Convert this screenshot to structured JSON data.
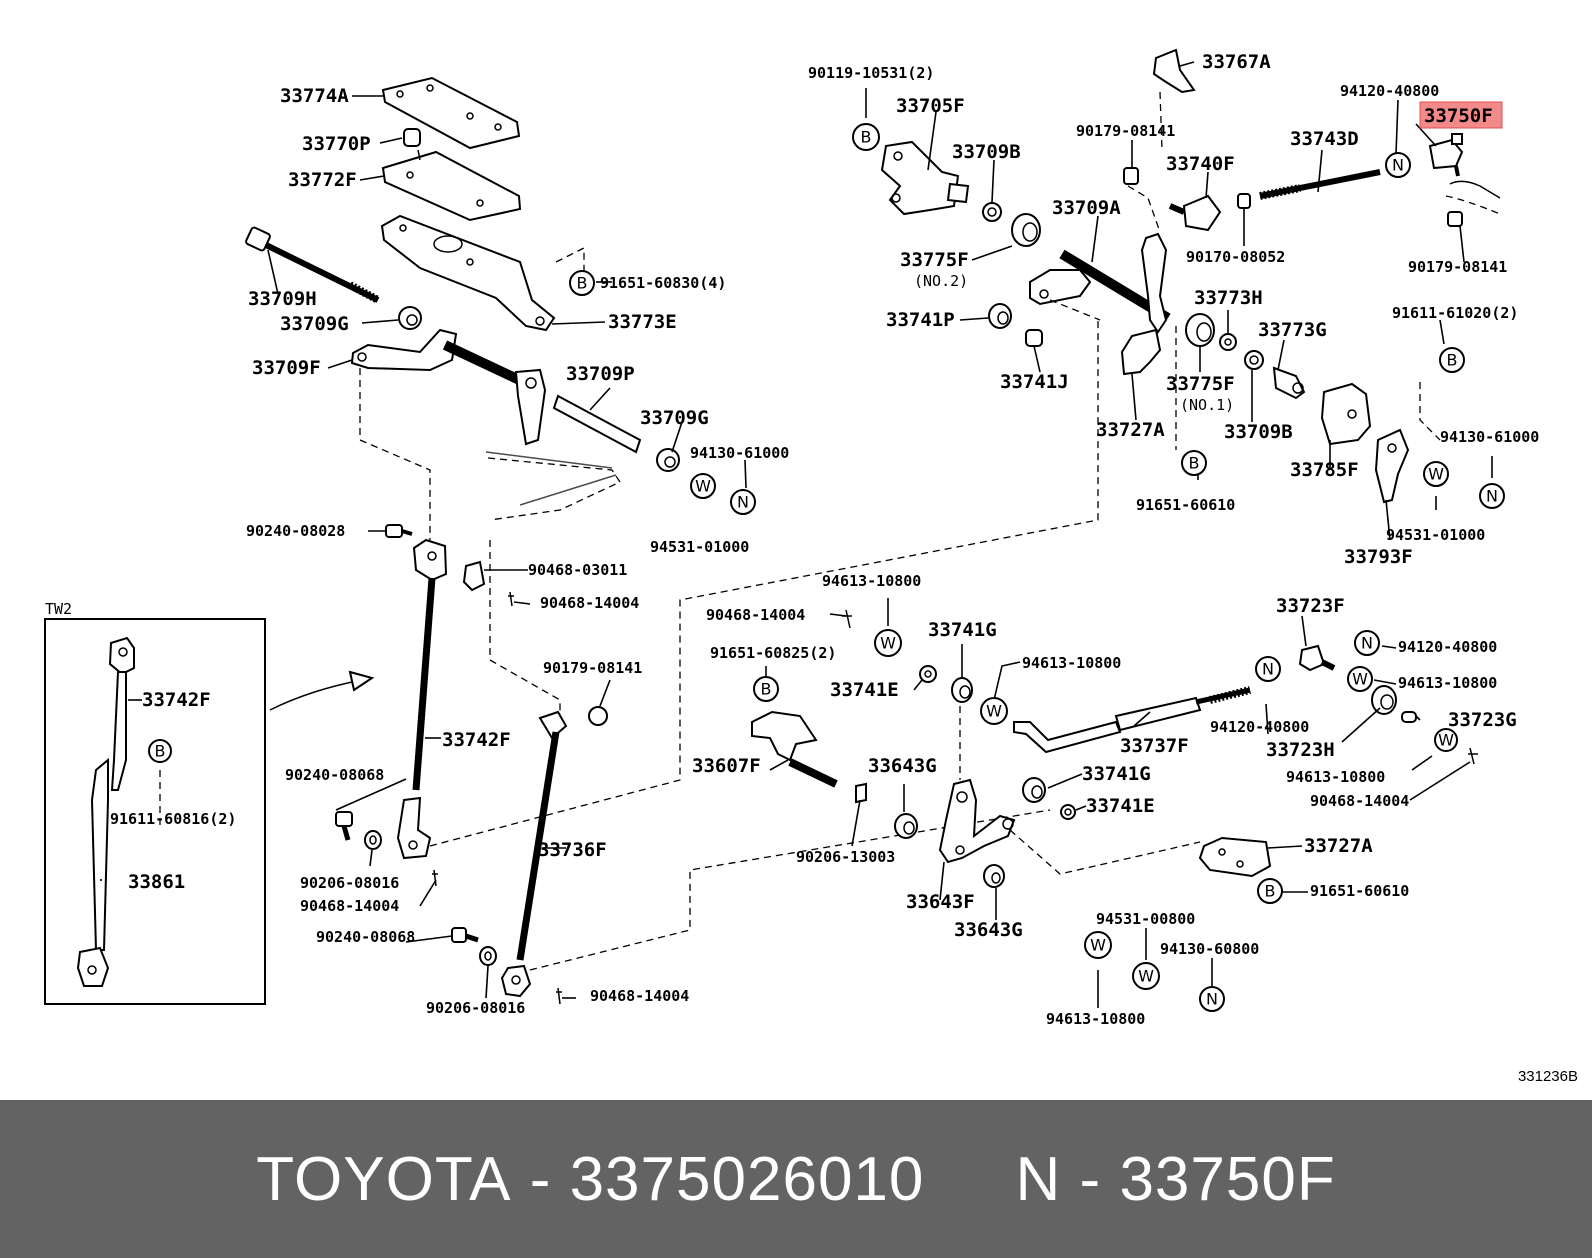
{
  "colors": {
    "highlight": "#f28a8a",
    "footer_bg": "#636363",
    "footer_text": "#ffffff",
    "line": "#000000"
  },
  "inset": {
    "label": "TW2"
  },
  "drawing_code": "331236B",
  "footer": {
    "brand": "TOYOTA",
    "part_number": "3375026010",
    "separator": " - ",
    "ref_prefix": "N",
    "ref_code": "33750F"
  },
  "callouts": {
    "c_33774A": "33774A",
    "c_33770P": "33770P",
    "c_33772F": "33772F",
    "c_33709H": "33709H",
    "c_33709G_a": "33709G",
    "c_33773E": "33773E",
    "c_91651_60830": "91651-60830(4)",
    "c_33709F": "33709F",
    "c_33709P": "33709P",
    "c_33709G_b": "33709G",
    "c_94130_61000_a": "94130-61000",
    "c_94531_01000_a": "94531-01000",
    "c_90240_08028": "90240-08028",
    "c_90468_03011": "90468-03011",
    "c_90468_14004_a": "90468-14004",
    "c_33742F_main": "33742F",
    "c_90179_08141_a": "90179-08141",
    "c_90240_08068_a": "90240-08068",
    "c_90206_08016_a": "90206-08016",
    "c_90468_14004_b": "90468-14004",
    "c_90240_08068_b": "90240-08068",
    "c_90206_08016_b": "90206-08016",
    "c_90468_14004_c": "90468-14004",
    "c_33736F": "33736F",
    "c_33742F_inset": "33742F",
    "c_91611_60816": "91611-60816(2)",
    "c_33861": "33861",
    "c_90119_10531": "90119-10531(2)",
    "c_33705F": "33705F",
    "c_33709B_a": "33709B",
    "c_33775F_no2": "33775F",
    "c_no2": "(NO.2)",
    "c_33741P": "33741P",
    "c_33741J": "33741J",
    "c_33767A": "33767A",
    "c_90179_08141_b": "90179-08141",
    "c_33740F": "33740F",
    "c_33709A": "33709A",
    "c_33743D": "33743D",
    "c_94120_40800_a": "94120-40800",
    "c_33750F": "33750F",
    "c_90170_08052": "90170-08052",
    "c_90179_08141_c": "90179-08141",
    "c_33773H": "33773H",
    "c_33773G": "33773G",
    "c_91611_61020": "91611-61020(2)",
    "c_33775F_no1": "33775F",
    "c_no1": "(NO.1)",
    "c_33727A_a": "33727A",
    "c_33709B_b": "33709B",
    "c_33785F": "33785F",
    "c_91651_60610_a": "91651-60610",
    "c_94130_61000_b": "94130-61000",
    "c_94531_01000_b": "94531-01000",
    "c_33793F": "33793F",
    "c_94613_10800_a": "94613-10800",
    "c_90468_14004_d": "90468-14004",
    "c_91651_60825": "91651-60825(2)",
    "c_33741G_a": "33741G",
    "c_33741E_a": "33741E",
    "c_94613_10800_b": "94613-10800",
    "c_33607F": "33607F",
    "c_33643G_a": "33643G",
    "c_33741G_b": "33741G",
    "c_33741E_b": "33741E",
    "c_90206_13003": "90206-13003",
    "c_33643F": "33643F",
    "c_33643G_b": "33643G",
    "c_33737F": "33737F",
    "c_33723F": "33723F",
    "c_94120_40800_b": "94120-40800",
    "c_94613_10800_c": "94613-10800",
    "c_94120_40800_c": "94120-40800",
    "c_33723G": "33723G",
    "c_33723H": "33723H",
    "c_94613_10800_d": "94613-10800",
    "c_90468_14004_e": "90468-14004",
    "c_33727A_b": "33727A",
    "c_91651_60610_b": "91651-60610",
    "c_94531_00800": "94531-00800",
    "c_94130_60800": "94130-60800",
    "c_94613_10800_e": "94613-10800"
  },
  "marker_letters": {
    "b": "B",
    "n": "N",
    "w": "W"
  }
}
